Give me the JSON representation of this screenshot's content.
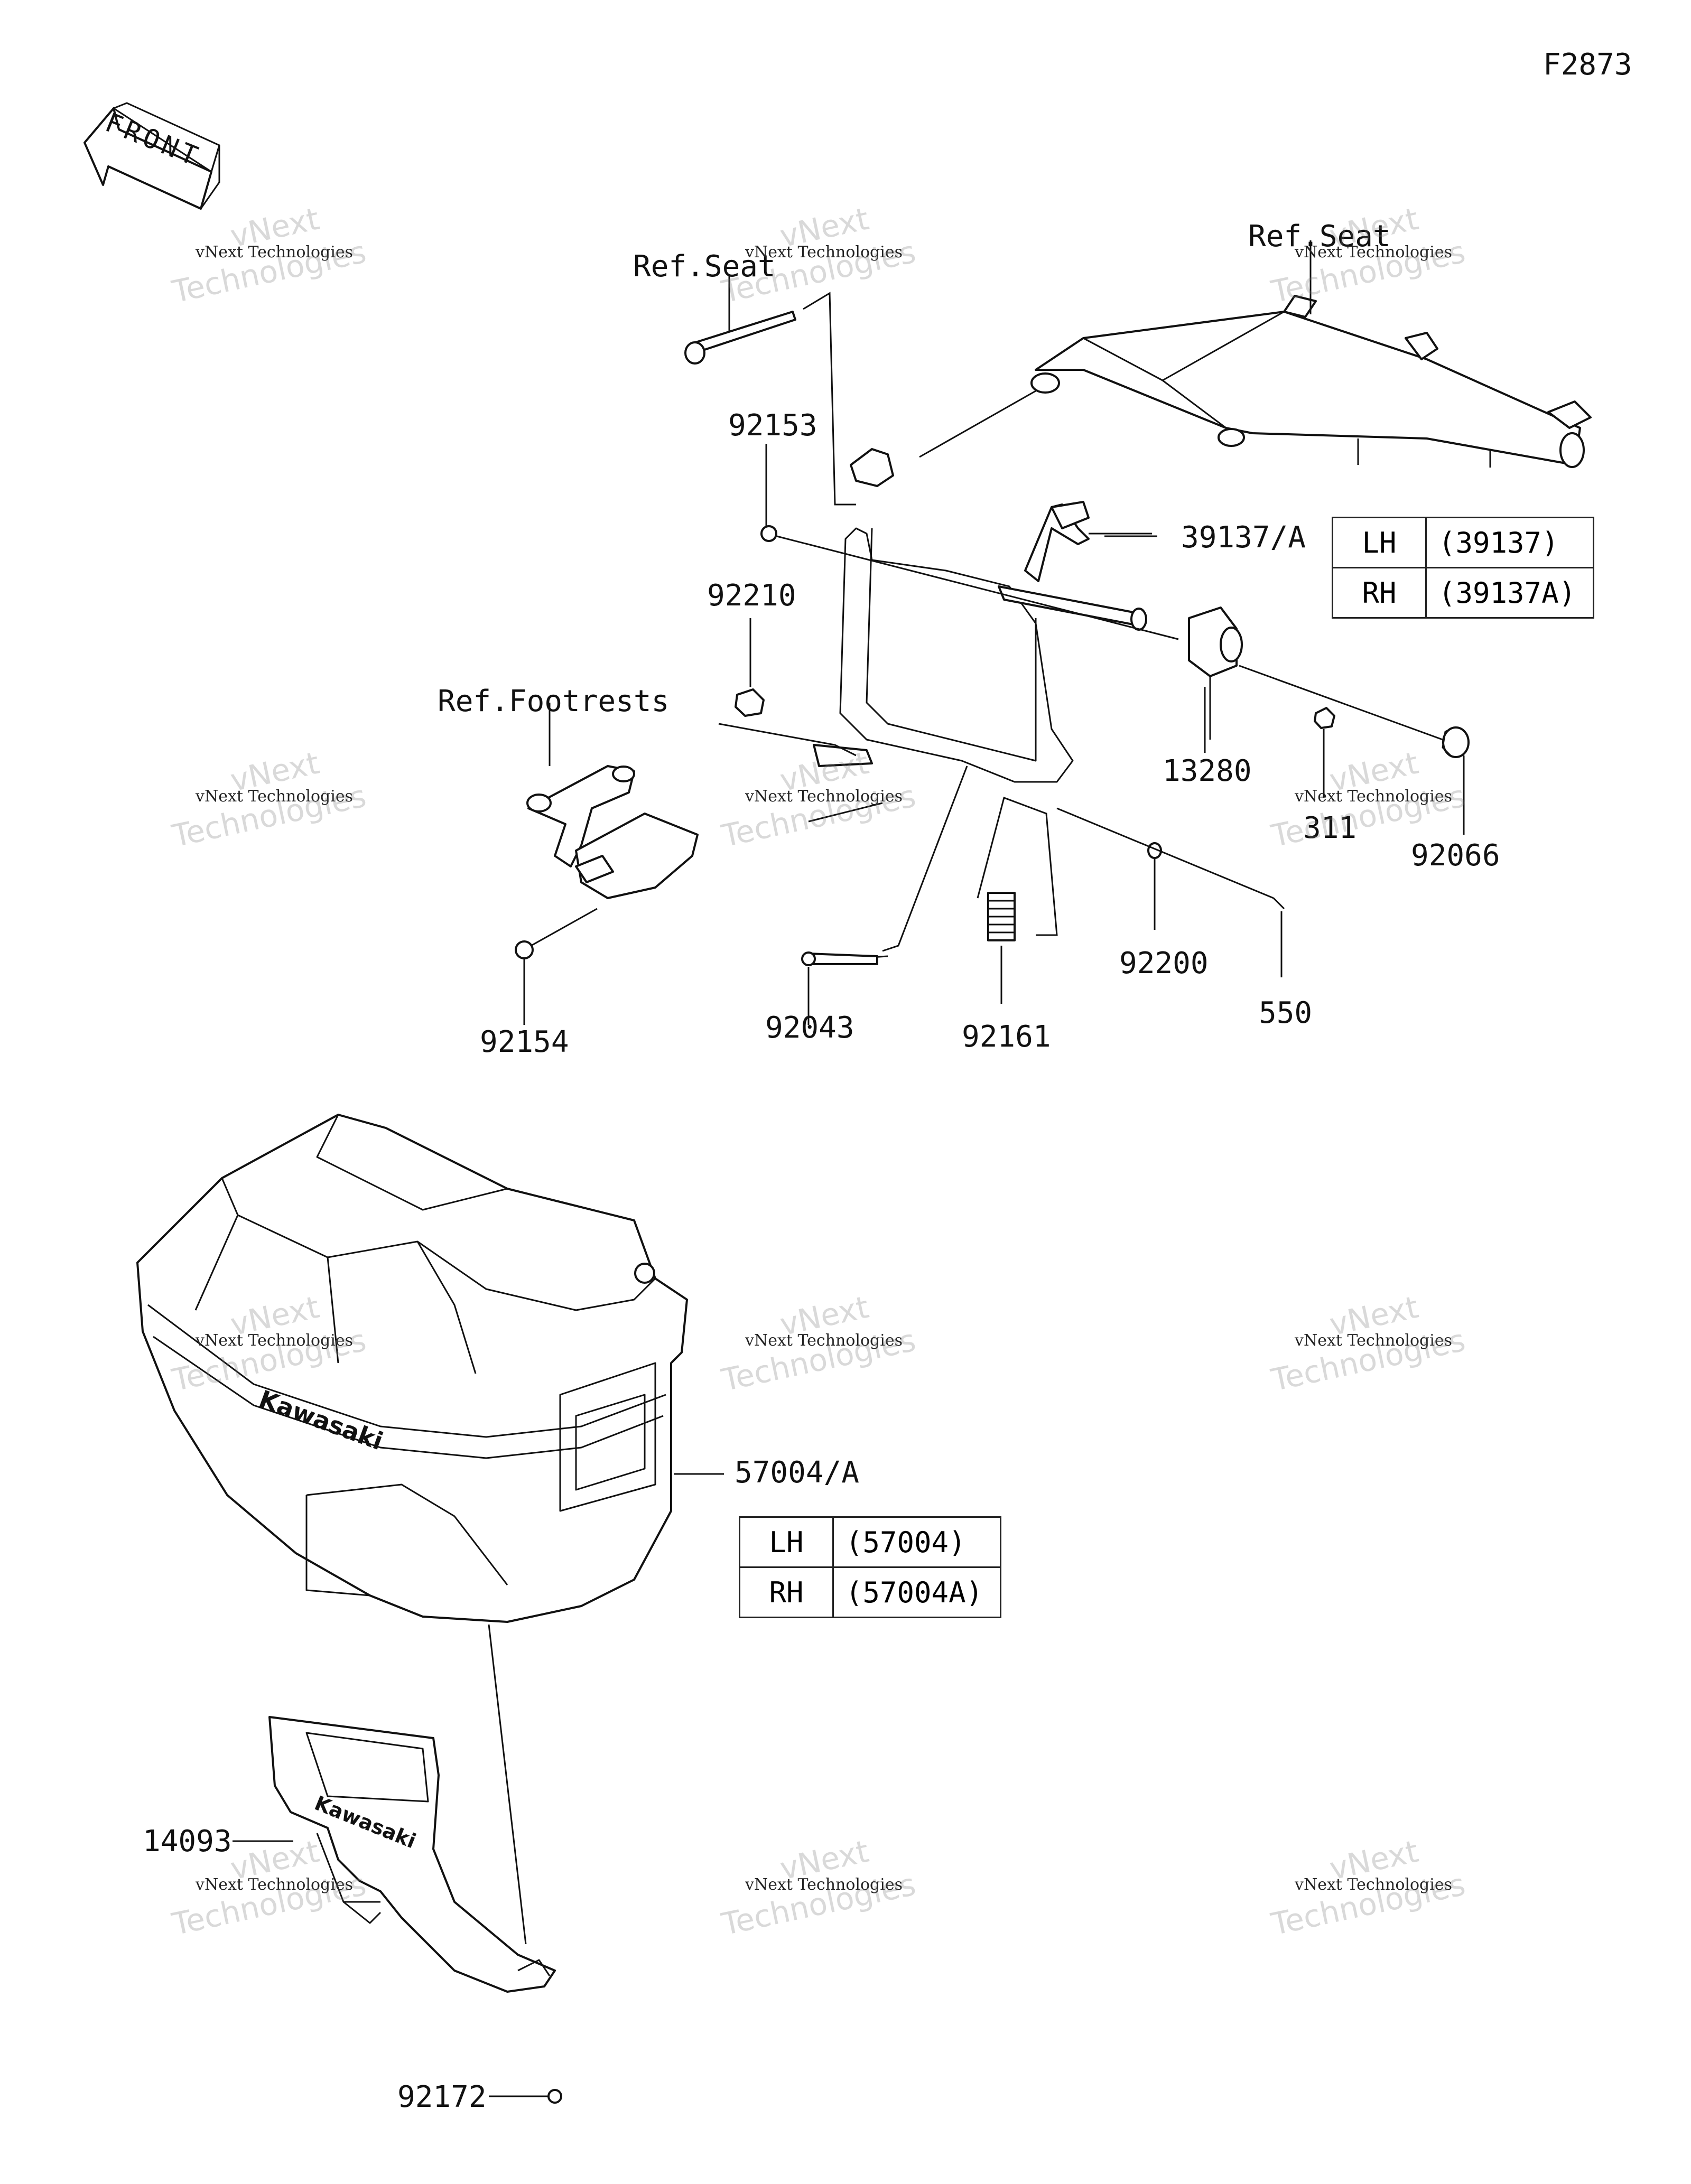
{
  "figure_code": "F2873",
  "front_label": "FRONT",
  "references": {
    "seat_left": "Ref.Seat",
    "seat_right": "Ref.Seat",
    "footrests": "Ref.Footrests"
  },
  "part_numbers": {
    "p92153": "92153",
    "p39137A": "39137/A",
    "p92210": "92210",
    "p13280": "13280",
    "p311": "311",
    "p92066": "92066",
    "p92154": "92154",
    "p92043": "92043",
    "p92161": "92161",
    "p92200": "92200",
    "p550": "550",
    "p57004A": "57004/A",
    "p14093": "14093",
    "p92172": "92172"
  },
  "variant_tables": {
    "bracket": [
      {
        "side": "LH",
        "code": "(39137)"
      },
      {
        "side": "RH",
        "code": "(39137A)"
      }
    ],
    "case": [
      {
        "side": "LH",
        "code": "(57004)"
      },
      {
        "side": "RH",
        "code": "(57004A)"
      }
    ]
  },
  "brand_marks": {
    "case_logo": "Kawasaki",
    "cover_logo": "Kawasaki"
  },
  "watermark": {
    "line1": "vNext Technologies",
    "line2": "Technologies",
    "line3": "vNext"
  },
  "colors": {
    "ink": "#111111",
    "paper": "#ffffff"
  }
}
